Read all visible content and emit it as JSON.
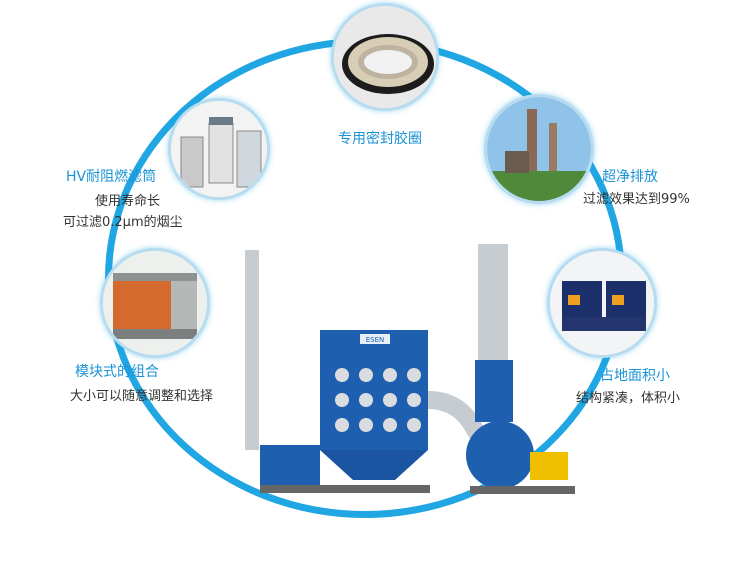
{
  "features": [
    {
      "title": "专用密封胶圈",
      "desc": []
    },
    {
      "title": "HV耐阻燃滤筒",
      "desc": [
        "使用寿命长",
        "可过滤0.2μm的烟尘"
      ]
    },
    {
      "title": "超净排放",
      "desc": [
        "过滤效果达到99%"
      ]
    },
    {
      "title": "模块式的组合",
      "desc": [
        "大小可以随意调整和选择"
      ]
    },
    {
      "title": "占地面积小",
      "desc": [
        "结构紧凑，体积小"
      ]
    }
  ],
  "machine": {
    "brand": "ESEN"
  },
  "colors": {
    "ring": "#1fa6e3",
    "title": "#1a93d6",
    "machine": "#1f5fb0"
  }
}
